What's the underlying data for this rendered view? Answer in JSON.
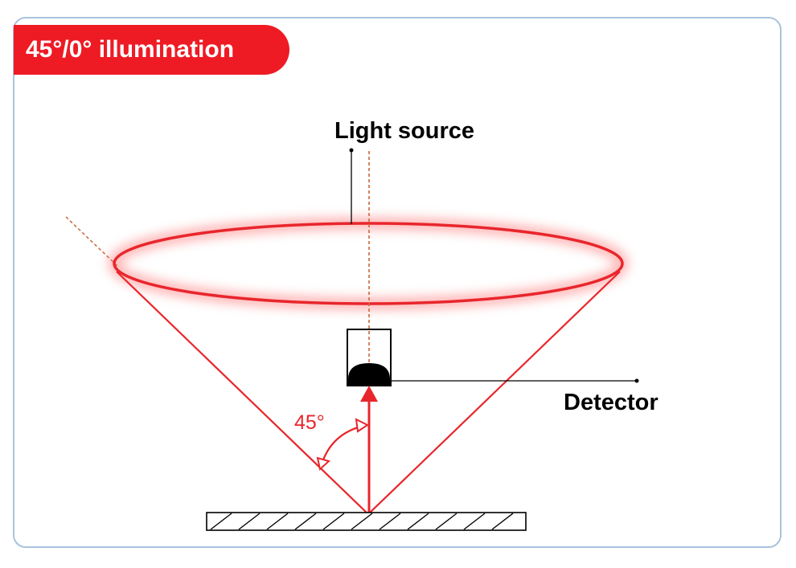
{
  "title": "45°/0° illumination",
  "labels": {
    "light_source": "Light source",
    "detector": "Detector",
    "angle": "45°"
  },
  "colors": {
    "accent": "#ee1b24",
    "beam": "#e8262c",
    "frame_border": "#a9c3dd",
    "guide_line": "#c8683a"
  }
}
